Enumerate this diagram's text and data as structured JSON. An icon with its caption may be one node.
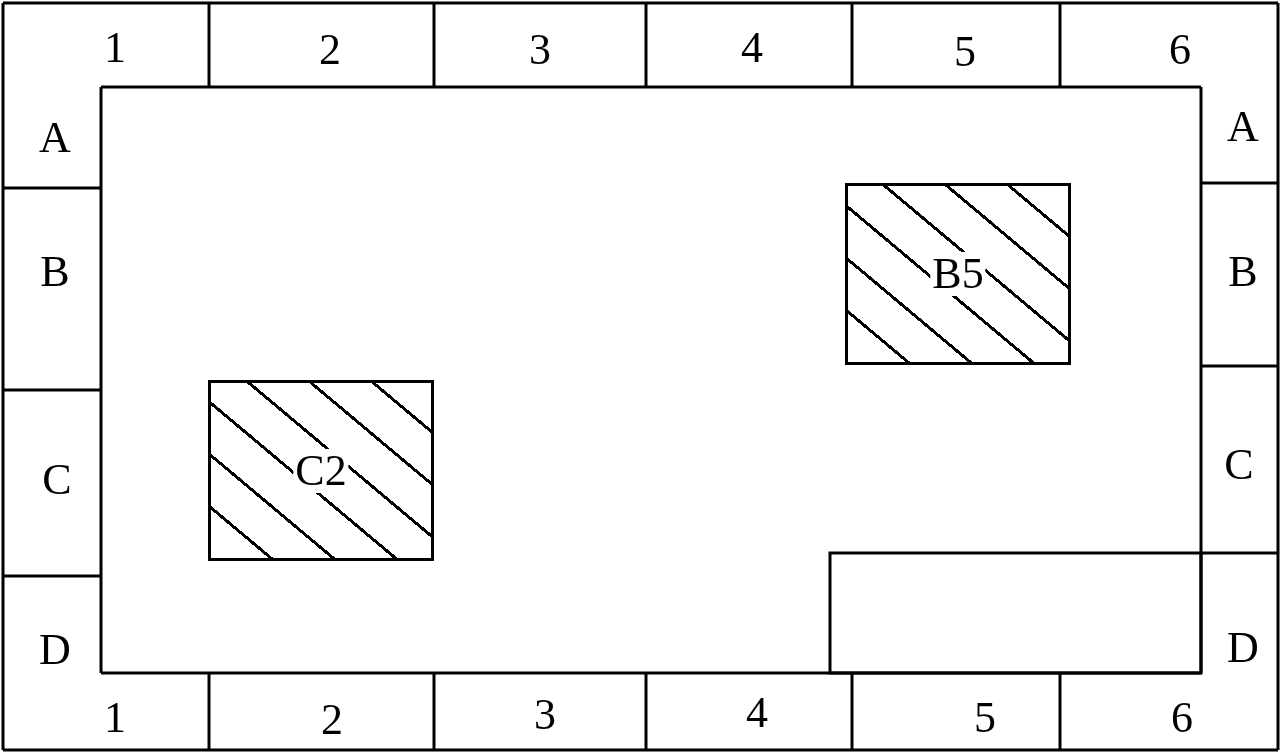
{
  "diagram": {
    "nodes": [
      {
        "text": [
          "B5"
        ]
      },
      {
        "text": [
          "C2"
        ]
      }
    ],
    "edges": [],
    "labels": [
      "1",
      "2",
      "3",
      "4",
      "5",
      "6",
      "A",
      "A",
      "B",
      "B",
      "C",
      "C",
      "D",
      "D",
      "1",
      "2",
      "3",
      "4",
      "5",
      "6"
    ]
  }
}
